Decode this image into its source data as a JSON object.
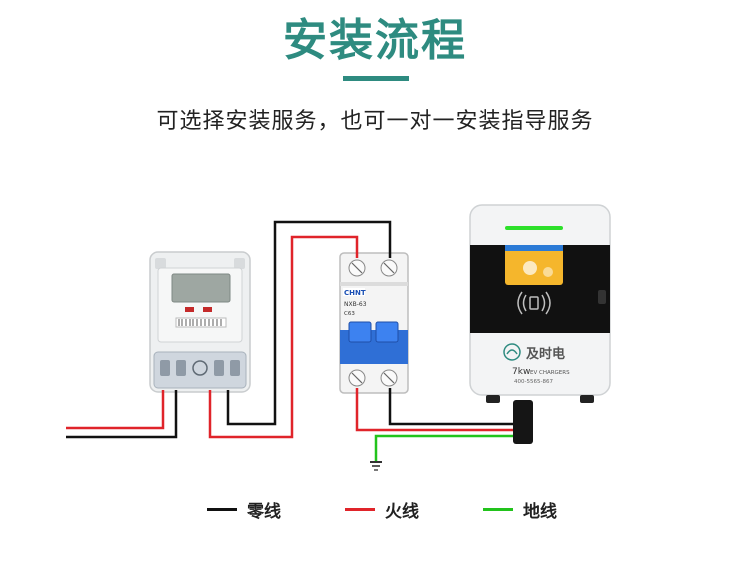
{
  "header": {
    "title": "安装流程",
    "subtitle": "可选择安装服务，也可一对一安装指导服务"
  },
  "breaker": {
    "brand": "CHNT",
    "model": "NXB-63",
    "rating": "C63"
  },
  "charger": {
    "brand_name": "及时电",
    "power": "7kw",
    "product_line": "EV CHARGERS",
    "phone": "400-5565-867"
  },
  "legend": [
    {
      "label": "零线",
      "color": "#111111"
    },
    {
      "label": "火线",
      "color": "#e0242a"
    },
    {
      "label": "地线",
      "color": "#22c31c"
    }
  ],
  "colors": {
    "accent": "#2e8b80",
    "neutral_wire": "#111111",
    "live_wire": "#e0242a",
    "ground_wire": "#22c31c",
    "breaker_blue": "#2f6fd6"
  }
}
